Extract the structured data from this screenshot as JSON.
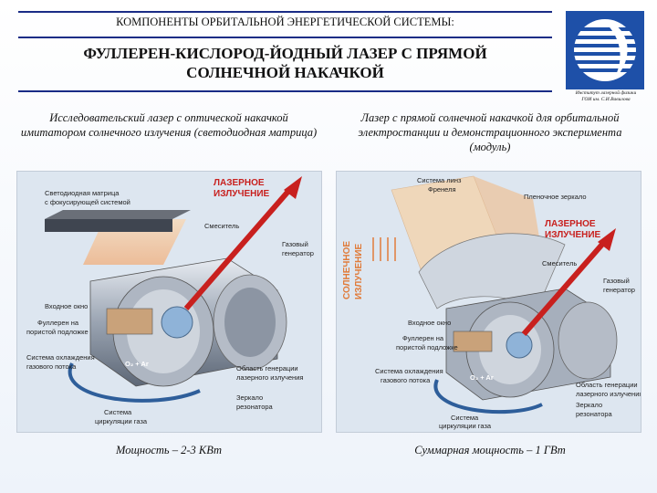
{
  "header": {
    "subtitle": "КОМПОНЕНТЫ ОРБИТАЛЬНОЙ ЭНЕРГЕТИЧЕСКОЙ СИСТЕМЫ:",
    "title_line1": "ФУЛЛЕРЕН-КИСЛОРОД-ЙОДНЫЙ ЛАЗЕР С ПРЯМОЙ",
    "title_line2": "СОЛНЕЧНОЙ НАКАЧКОЙ"
  },
  "logo": {
    "caption_line1": "Институт лазерной физики",
    "caption_line2": "ГОИ им. С.И.Вавилова",
    "colors": {
      "blue": "#1e50a8",
      "white": "#ffffff"
    }
  },
  "left": {
    "heading": "Исследовательский лазер с оптической накачкой имитатором солнечного излучения (светодиодная матрица)",
    "laser_label_1": "ЛАЗЕРНОЕ",
    "laser_label_2": "ИЗЛУЧЕНИЕ",
    "labels": {
      "led_matrix_1": "Светодиодная матрица",
      "led_matrix_2": "с фокусирующей системой",
      "mixer": "Смеситель",
      "gas_gen_1": "Газовый",
      "gas_gen_2": "генератор",
      "input_window": "Входное окно",
      "fullerene_1": "Фуллерен на",
      "fullerene_2": "пористой подложке",
      "cooling_1": "Система охлаждения",
      "cooling_2": "газового потока",
      "gas_formula": "O₂ + Ar",
      "generation_1": "Область генерации",
      "generation_2": "лазерного излучения",
      "mirror_1": "Зеркало",
      "mirror_2": "резонатора",
      "circulation_1": "Система",
      "circulation_2": "циркуляции газа"
    },
    "power": "Мощность – 2-3 КВт"
  },
  "right": {
    "heading": "Лазер с прямой солнечной накачкой для орбитальной электростанции и демонстрационного эксперимента (модуль)",
    "laser_label_1": "ЛАЗЕРНОЕ",
    "laser_label_2": "ИЗЛУЧЕНИЕ",
    "solar_label_1": "СОЛНЕЧНОЕ",
    "solar_label_2": "ИЗЛУЧЕНИЕ",
    "labels": {
      "fresnel_1": "Система линз",
      "fresnel_2": "Френеля",
      "film_mirror": "Пленочное зеркало",
      "mixer": "Смеситель",
      "gas_gen_1": "Газовый",
      "gas_gen_2": "генератор",
      "input_window": "Входное окно",
      "fullerene_1": "Фуллерен на",
      "fullerene_2": "пористой подложке",
      "cooling_1": "Система охлаждения",
      "cooling_2": "газового потока",
      "gas_formula": "O₂ + Ar",
      "generation_1": "Область генерации",
      "generation_2": "лазерного излучения",
      "mirror_1": "Зеркало",
      "mirror_2": "резонатора",
      "circulation_1": "Система",
      "circulation_2": "циркуляции газа"
    },
    "power": "Суммарная мощность – 1 ГВт"
  }
}
